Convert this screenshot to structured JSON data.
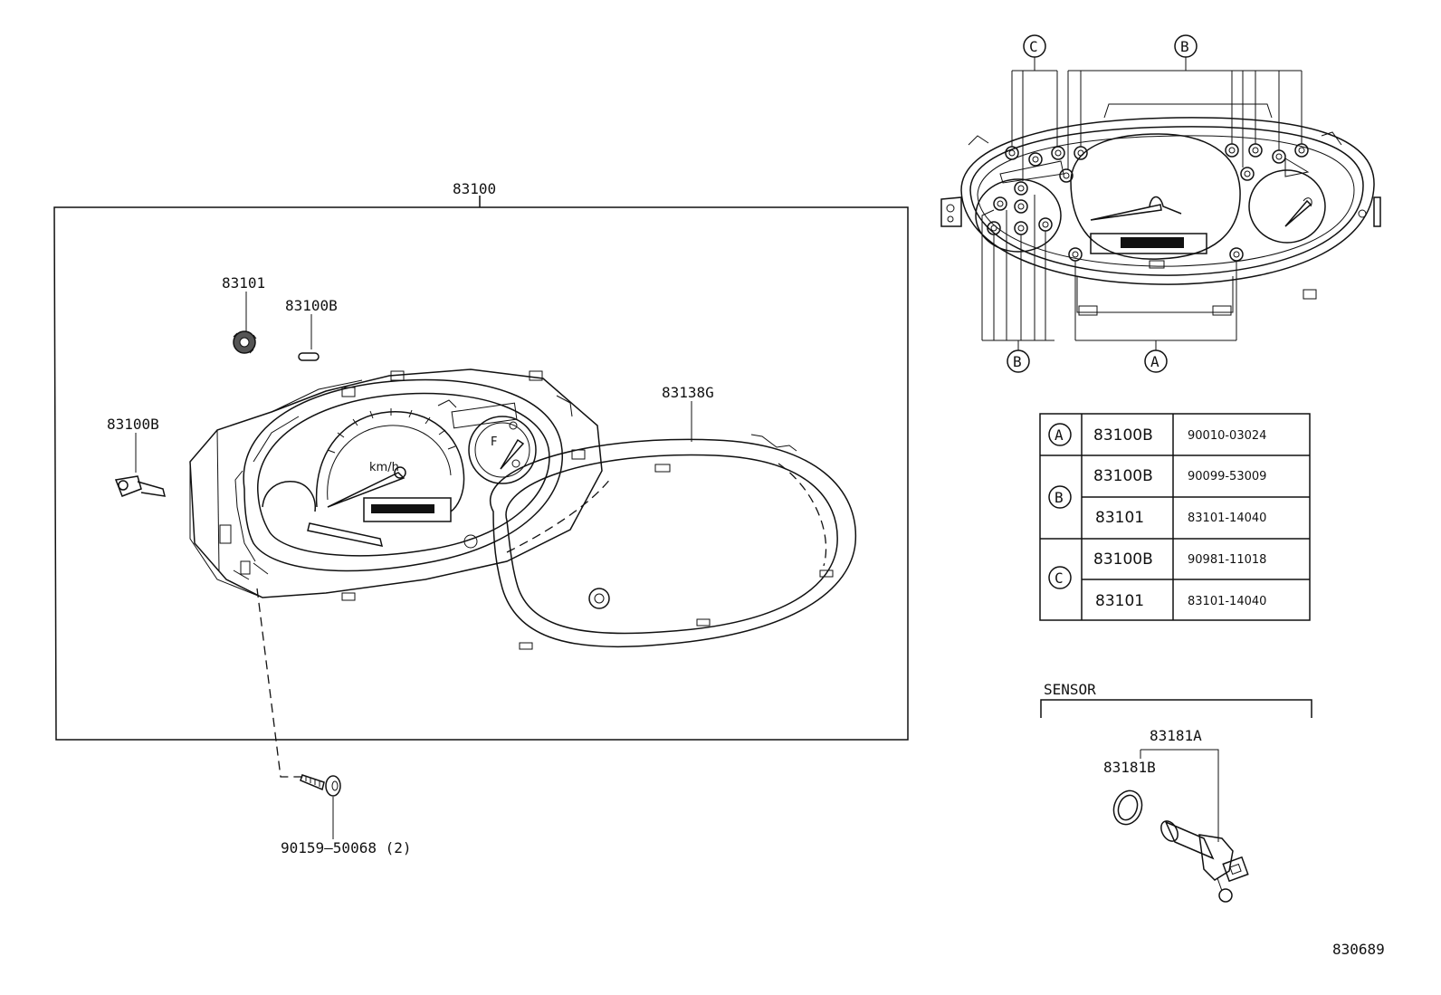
{
  "main_assembly": {
    "part_no": "83100",
    "parts": {
      "bulb_socket": "83101",
      "bulb_small": "83100B",
      "bulb_left": "83100B",
      "lens": "83138G",
      "screw": "90159–50068 (2)"
    }
  },
  "locator_view": {
    "callout_c": "C",
    "callout_b_top": "B",
    "callout_b_bottom": "B",
    "callout_a": "A"
  },
  "table": {
    "rows": [
      {
        "group": "A",
        "entries": [
          {
            "ref": "83100B",
            "part_no": "90010-03024"
          }
        ]
      },
      {
        "group": "B",
        "entries": [
          {
            "ref": "83100B",
            "part_no": "90099-53009"
          },
          {
            "ref": "83101",
            "part_no": "83101-14040"
          }
        ]
      },
      {
        "group": "C",
        "entries": [
          {
            "ref": "83100B",
            "part_no": "90981-11018"
          },
          {
            "ref": "83101",
            "part_no": "83101-14040"
          }
        ]
      }
    ]
  },
  "sensor": {
    "heading": "SENSOR",
    "part_a": "83181A",
    "part_b": "83181B"
  },
  "diagram_id": "830689"
}
